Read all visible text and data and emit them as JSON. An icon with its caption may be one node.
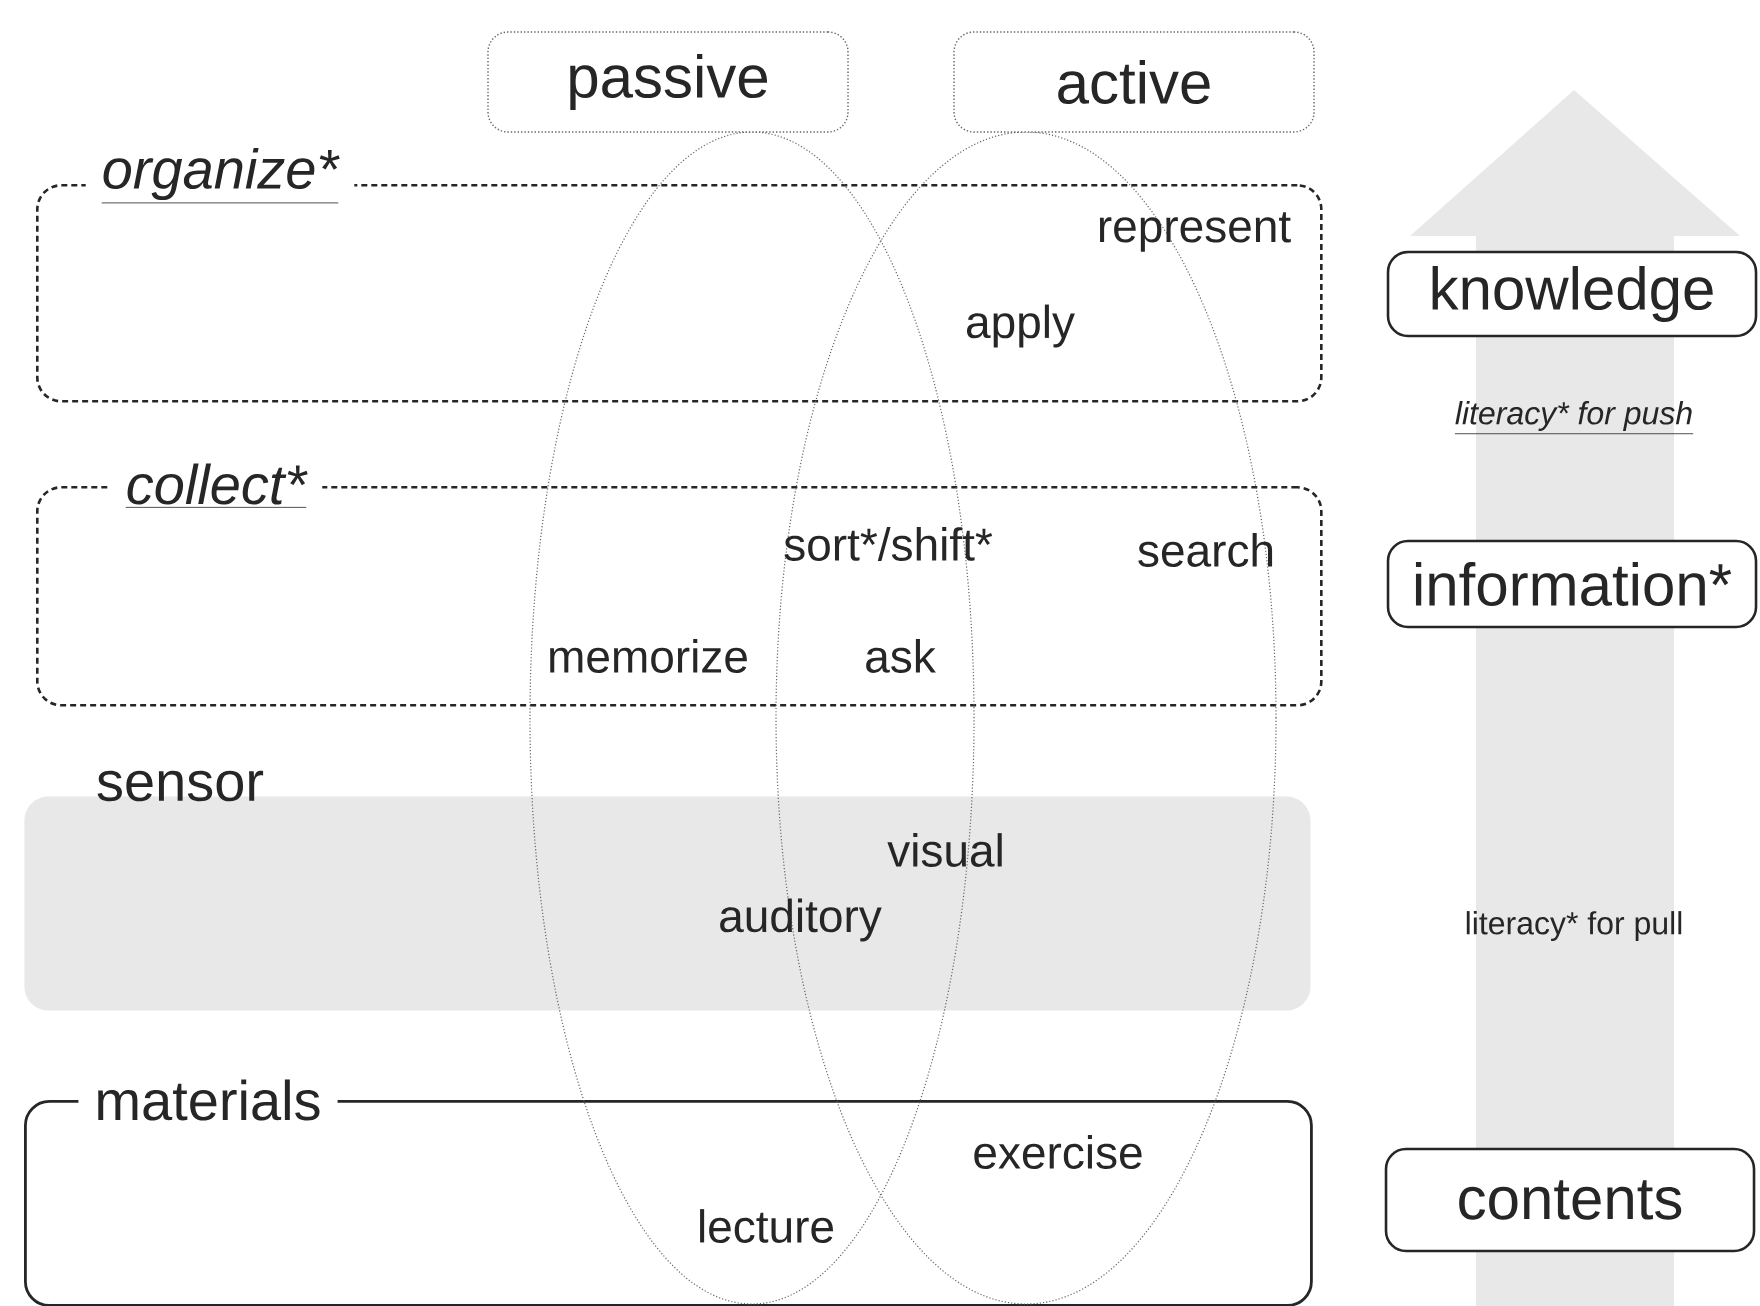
{
  "diagram": {
    "nodes": [
      {
        "text": [
          "passive"
        ]
      },
      {
        "text": [
          "active"
        ]
      },
      {
        "text": [
          "organize*"
        ]
      },
      {
        "text": [
          "collect*"
        ]
      },
      {
        "text": [
          "sensor"
        ]
      },
      {
        "text": [
          "materials"
        ]
      },
      {
        "text": [],
        "shape": "ellipse"
      },
      {
        "text": [],
        "shape": "ellipse"
      },
      {
        "text": [
          "knowledge"
        ]
      },
      {
        "text": [
          "information*"
        ]
      },
      {
        "text": [
          "contents"
        ]
      }
    ],
    "labels": [
      "represent",
      "apply",
      "sort*/shift*",
      "search",
      "memorize",
      "ask",
      "visual",
      "auditory",
      "exercise",
      "lecture",
      "literacy* for push",
      "literacy* for pull"
    ]
  }
}
